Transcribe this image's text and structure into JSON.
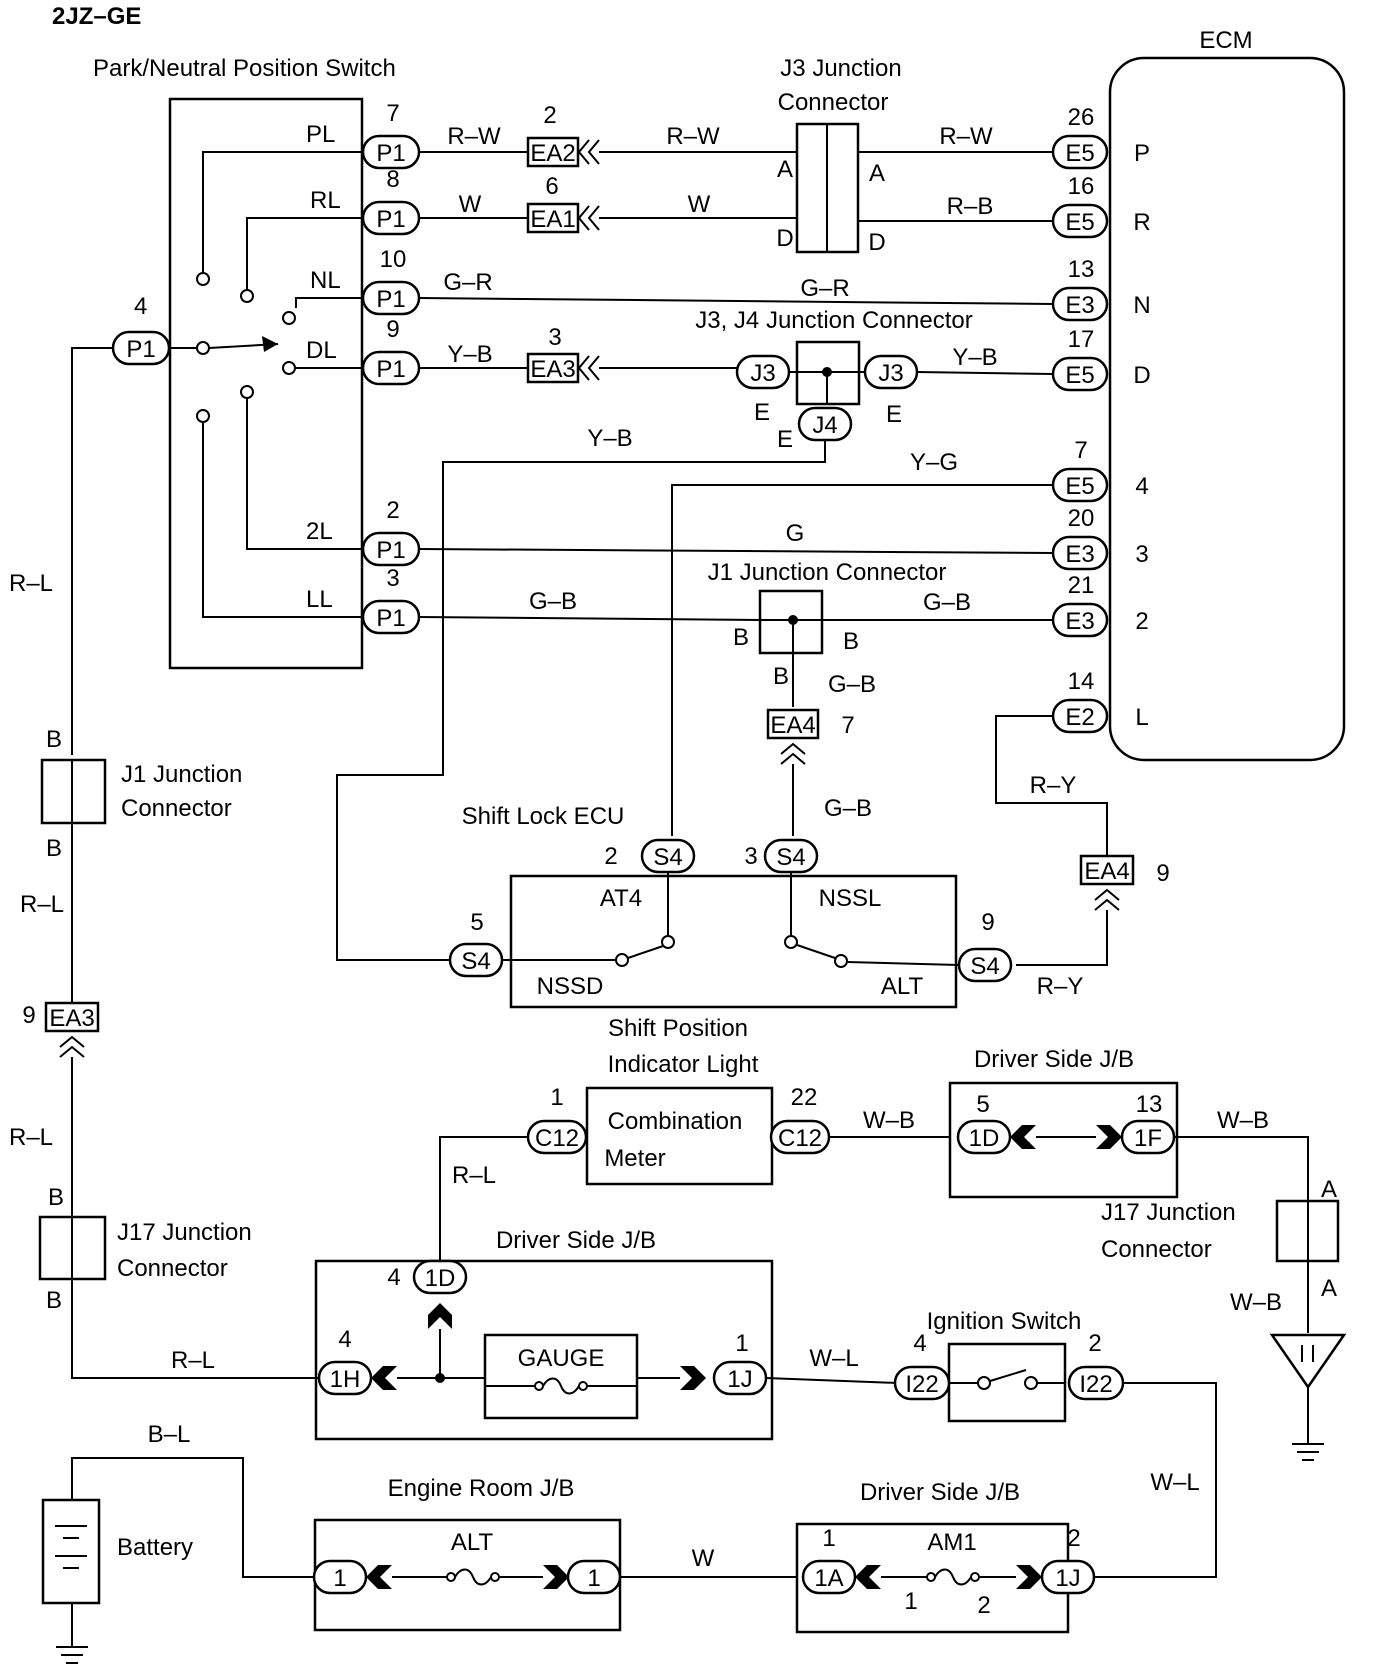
{
  "diagram": {
    "engine": "2JZ–GE",
    "components": {
      "pnp_switch": "Park/Neutral Position Switch",
      "ecm": "ECM",
      "j3_connector": [
        "J3 Junction",
        "Connector"
      ],
      "j3j4_connector": "J3, J4 Junction Connector",
      "j1_connector_mid": "J1 Junction Connector",
      "j1_connector_left": [
        "J1 Junction",
        "Connector"
      ],
      "shift_lock_ecu": "Shift Lock ECU",
      "shift_indicator": [
        "Shift Position",
        "Indicator Light"
      ],
      "combination_meter": [
        "Combination",
        "Meter"
      ],
      "driver_jb": "Driver Side J/B",
      "j17_connector": [
        "J17 Junction",
        "Connector"
      ],
      "ignition_switch": "Ignition Switch",
      "gauge": "GAUGE",
      "engine_room_jb": "Engine Room J/B",
      "alt_fuse": "ALT",
      "am1_fuse": "AM1",
      "battery": "Battery"
    },
    "switch_positions": [
      "PL",
      "RL",
      "NL",
      "DL",
      "2L",
      "LL"
    ],
    "ecm_terminals": [
      "P",
      "R",
      "N",
      "D",
      "4",
      "3",
      "2",
      "L"
    ],
    "shift_lock_terminals": [
      "AT4",
      "NSSL",
      "NSSD",
      "ALT"
    ],
    "connectors": {
      "P1": "P1",
      "EA1": "EA1",
      "EA2": "EA2",
      "EA3": "EA3",
      "EA4": "EA4",
      "E2": "E2",
      "E3": "E3",
      "E5": "E5",
      "J3": "J3",
      "J4": "J4",
      "S4": "S4",
      "C12": "C12",
      "1D": "1D",
      "1F": "1F",
      "1H": "1H",
      "1J": "1J",
      "I22": "I22",
      "1A": "1A",
      "1": "1"
    },
    "wire_colors": {
      "RW": "R–W",
      "W": "W",
      "RB": "R–B",
      "GR": "G–R",
      "YB": "Y–B",
      "YG": "Y–G",
      "G": "G",
      "GB": "G–B",
      "RY": "R–Y",
      "RL": "R–L",
      "WB": "W–B",
      "WL": "W–L",
      "BL": "B–L"
    },
    "pins": {
      "n1": "1",
      "n2": "2",
      "n3": "3",
      "n4": "4",
      "n5": "5",
      "n6": "6",
      "n7": "7",
      "n8": "8",
      "n9": "9",
      "n10": "10",
      "n13": "13",
      "n14": "14",
      "n16": "16",
      "n17": "17",
      "n20": "20",
      "n21": "21",
      "n22": "22",
      "n26": "26",
      "A": "A",
      "B": "B",
      "D": "D",
      "E": "E"
    }
  }
}
